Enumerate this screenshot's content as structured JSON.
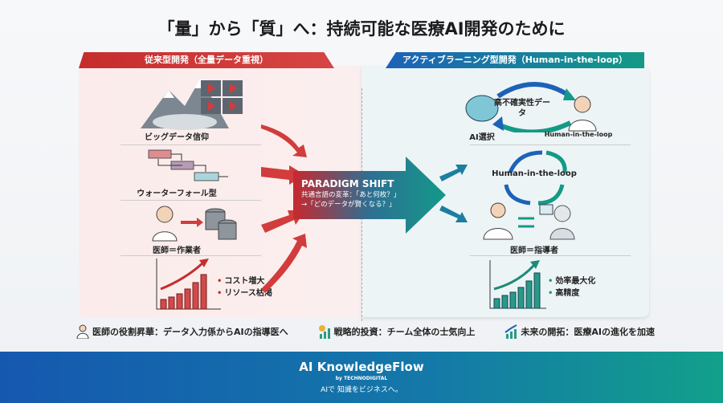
{
  "title": "「量」から「質」へ：持続可能な医療AI開発のために",
  "left": {
    "header": "従来型開発（全量データ重視）",
    "items": [
      "ビッグデータ信仰",
      "ウォーターフォール型",
      "医師＝作業者"
    ],
    "bullets": [
      "コスト増大",
      "リソース枯渇"
    ],
    "color": "#c62d2d"
  },
  "right": {
    "header": "アクティブラーニング型開発（Human-in-the-loop）",
    "cycle1": {
      "center": "高不確実性データ",
      "left": "AI選択",
      "right": "Human-in-the-loop"
    },
    "cycle2": "Human-in-the-loop",
    "role": "医師＝指導者",
    "bullets": [
      "効率最大化",
      "高精度"
    ],
    "color": "#139a86"
  },
  "shift": {
    "title": "PARADIGM SHIFT",
    "line1": "共通言語の変革：「あと何枚？」",
    "line2": "→「どのデータが賢くなる？」"
  },
  "bottom": [
    {
      "icon": "doctor-icon",
      "text": "医師の役割昇華：データ入力係からAIの指導医へ"
    },
    {
      "icon": "coin-chart-icon",
      "text": "戦略的投資：チーム全体の士気向上"
    },
    {
      "icon": "growth-chart-icon",
      "text": "未来の開拓：医療AIの進化を加速"
    }
  ],
  "footer": {
    "brand": "AI KnowledgeFlow",
    "by": "by TECHNODIGITAL",
    "tagline": "AIで 知識をビジネスへ。"
  }
}
